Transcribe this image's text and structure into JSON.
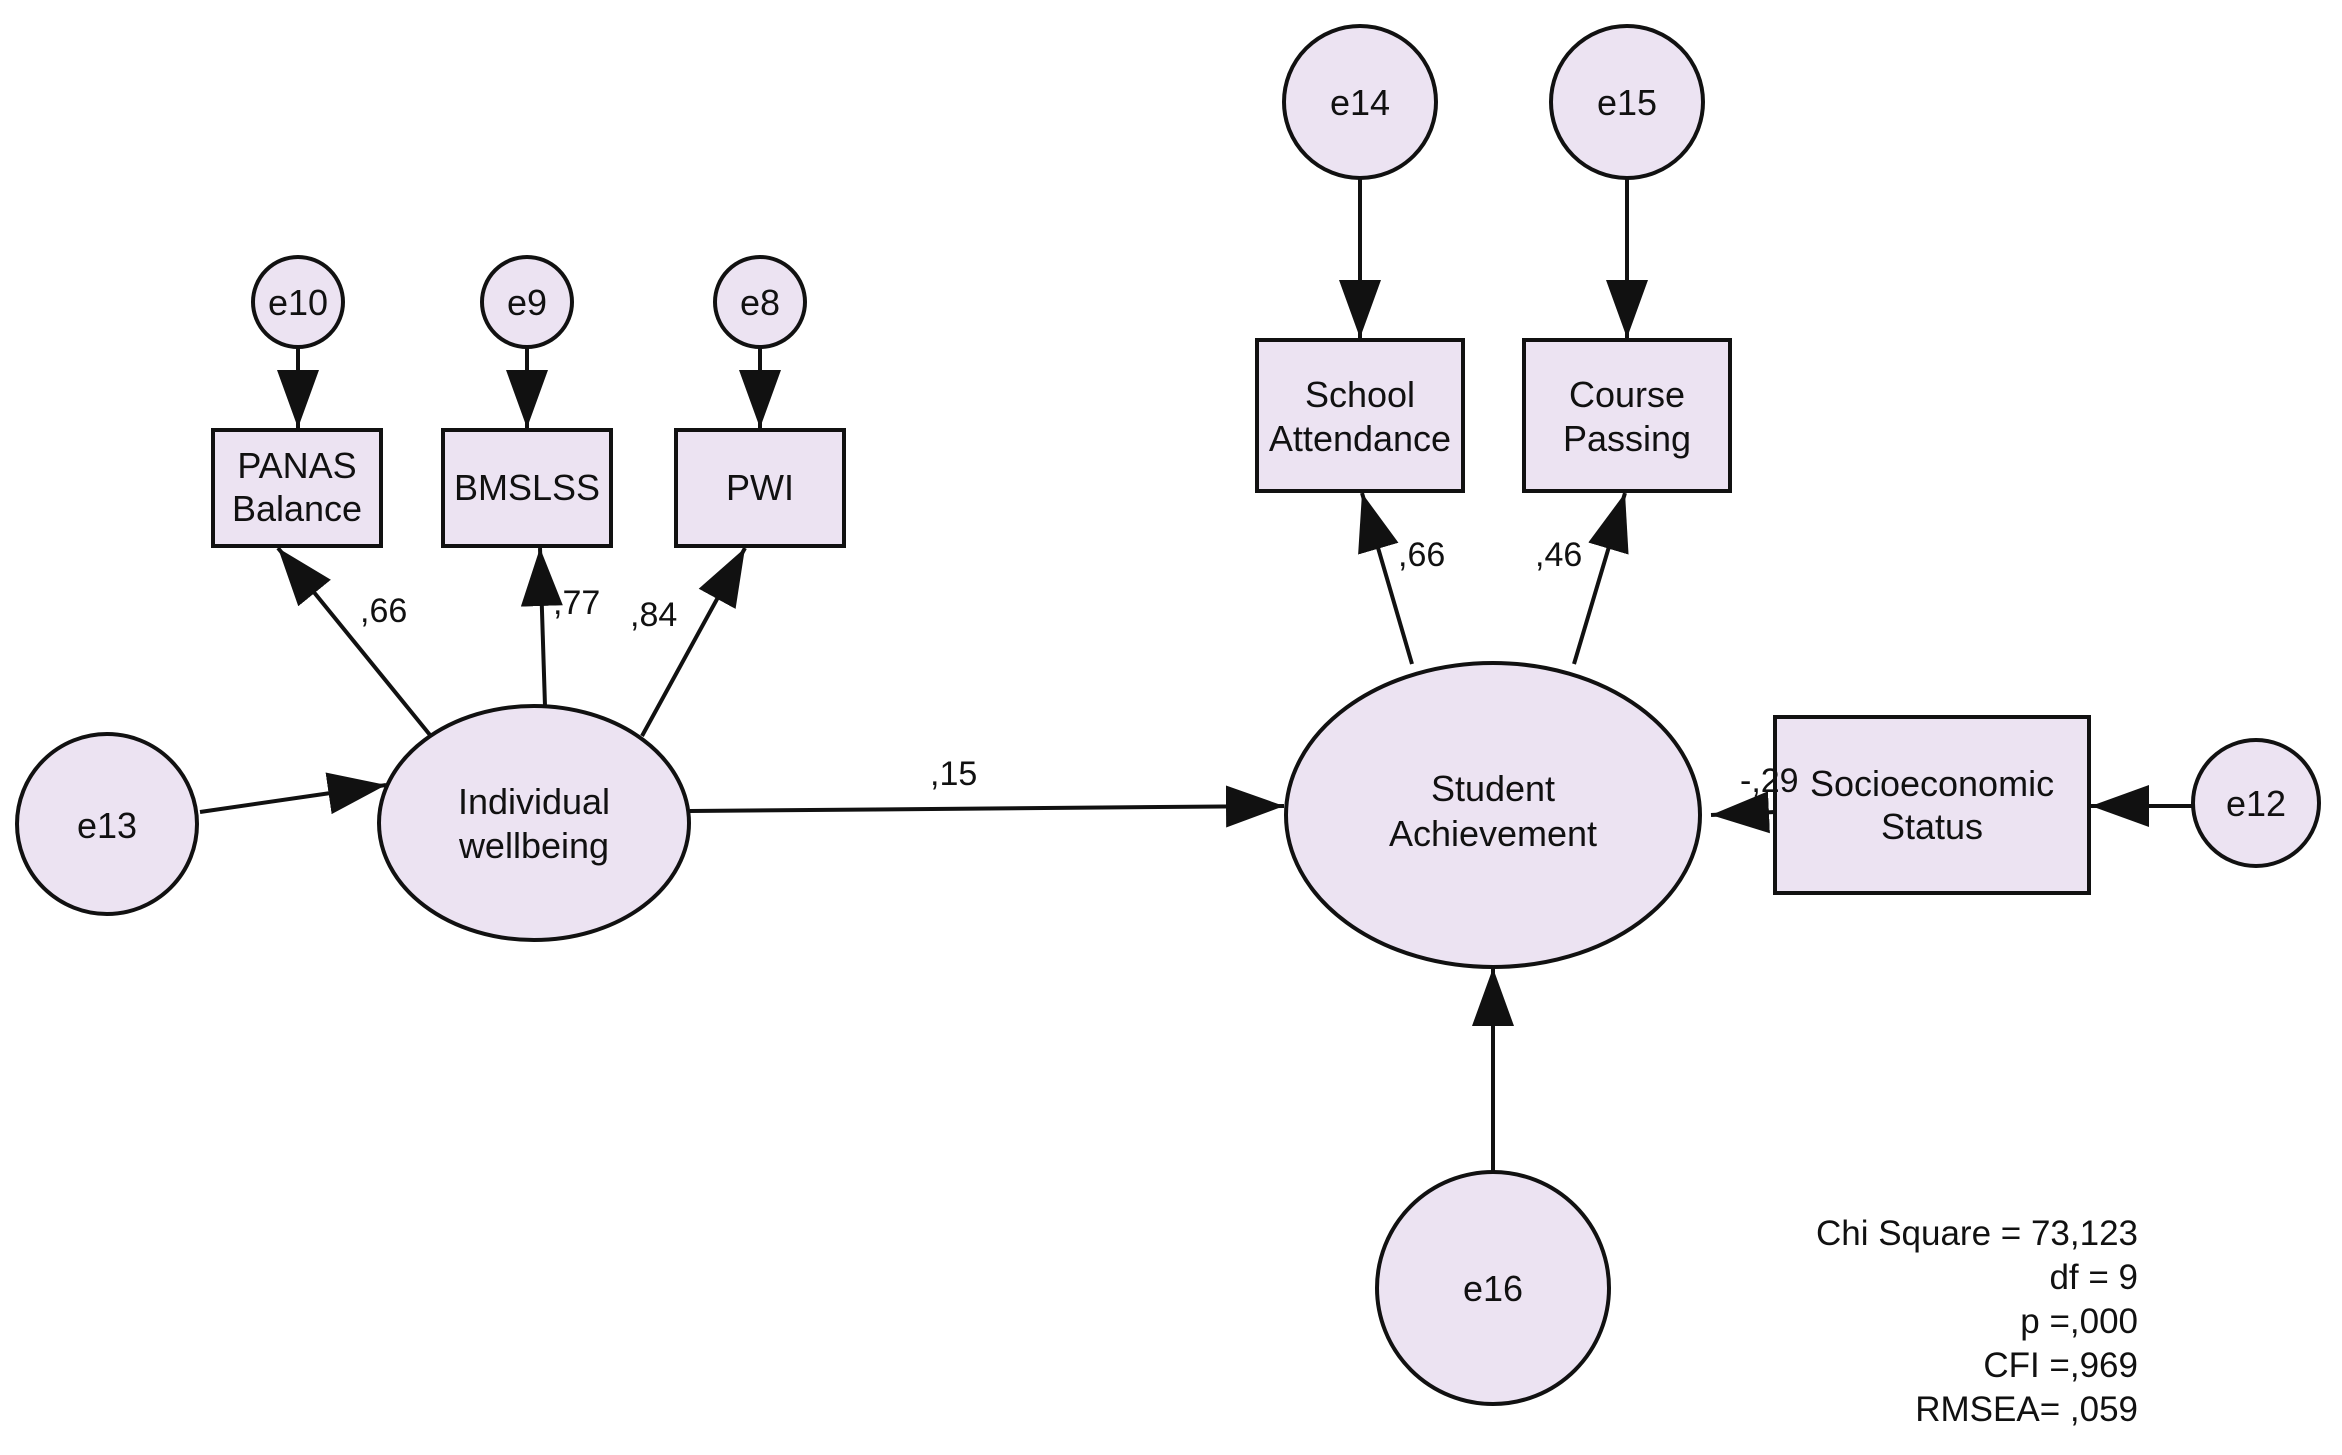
{
  "latent": {
    "wellbeing": [
      "Individual",
      "wellbeing"
    ],
    "achievement": [
      "Student",
      "Achievement"
    ]
  },
  "observed": {
    "panas": [
      "PANAS",
      "Balance"
    ],
    "bmslss": "BMSLSS",
    "pwi": "PWI",
    "attendance": [
      "School",
      "Attendance"
    ],
    "passing": [
      "Course",
      "Passing"
    ],
    "ses": [
      "Socioeconomic",
      "Status"
    ]
  },
  "errors": {
    "e8": "e8",
    "e9": "e9",
    "e10": "e10",
    "e12": "e12",
    "e13": "e13",
    "e14": "e14",
    "e15": "e15",
    "e16": "e16"
  },
  "coefficients": {
    "panas": ",66",
    "bmslss": ",77",
    "pwi": ",84",
    "wellbeing_to_achievement": ",15",
    "attendance": ",66",
    "passing": ",46",
    "ses": "-,29"
  },
  "fit": {
    "chi_square": "Chi Square = 73,123",
    "df": "df = 9",
    "p": "p =,000",
    "cfi": "CFI =,969",
    "rmsea": "RMSEA= ,059"
  },
  "colors": {
    "node_fill": "#ece3f2",
    "stroke": "#111111"
  }
}
